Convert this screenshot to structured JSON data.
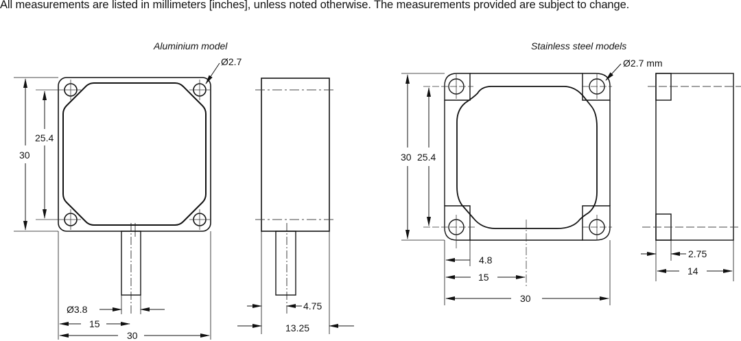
{
  "header": {
    "note": "All measurements are listed in millimeters [inches], unless noted otherwise. The measurements provided are subject to change."
  },
  "aluminium": {
    "title": "Aluminium model",
    "hole_diameter": "Ø2.7",
    "overall_height": "30",
    "hole_spacing_vertical": "25.4",
    "cable_diameter": "Ø3.8",
    "cable_offset": "15",
    "overall_width": "30",
    "side_cable_offset": "4.75",
    "side_depth": "13.25"
  },
  "stainless": {
    "title": "Stainless steel models",
    "hole_diameter": "Ø2.7 mm",
    "overall_height": "30",
    "hole_spacing_vertical": "25.4",
    "hole_offset": "4.8",
    "center_offset": "15",
    "overall_width": "30",
    "flange_thickness": "2.75",
    "side_depth": "14"
  },
  "colors": {
    "line": "#111111",
    "centerline": "#333333",
    "background": "#ffffff"
  }
}
